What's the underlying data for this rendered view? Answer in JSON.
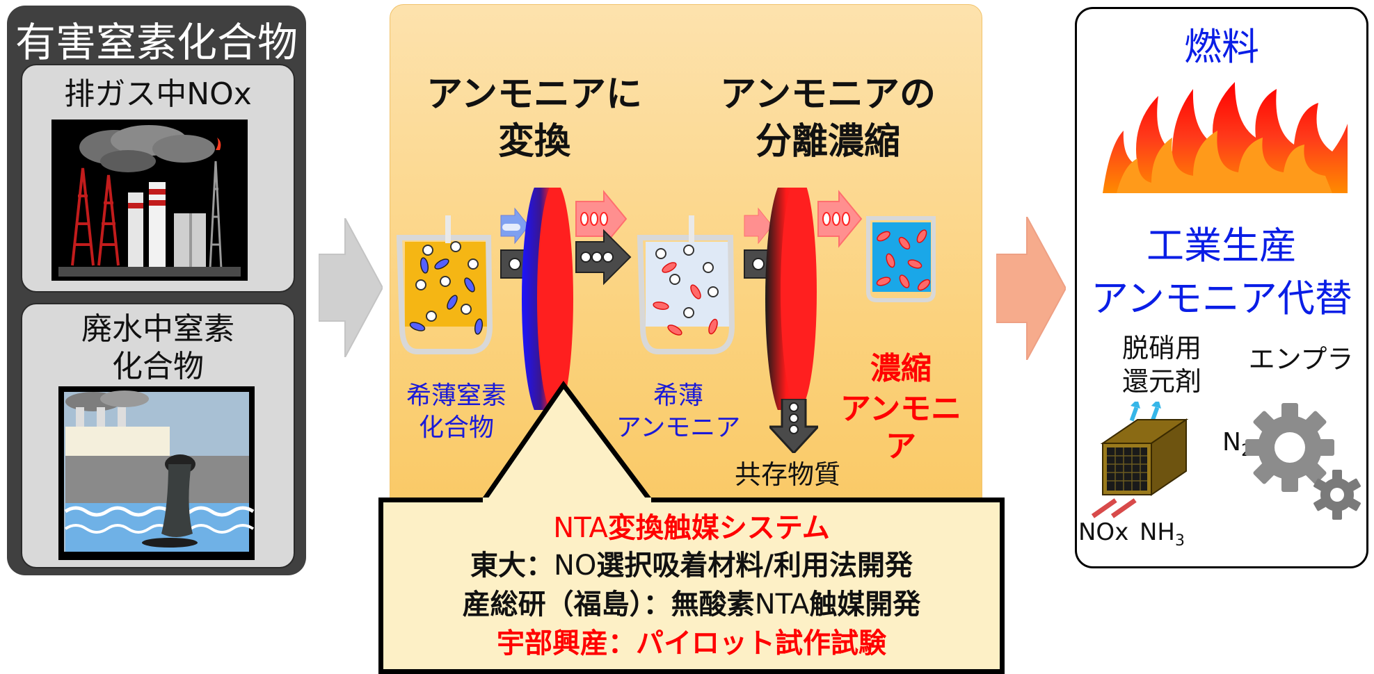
{
  "colors": {
    "left_panel_bg": "#404040",
    "subpanel_bg": "#d9d9d9",
    "center_panel_bg": "#fbd27d",
    "callout_bg": "#fdf0c6",
    "accent_red": "#ff0000",
    "accent_blue": "#0a1ee6"
  },
  "left": {
    "title": "有害窒素化合物",
    "exhaust": {
      "label": "排ガス中NOx",
      "icon": "factory-smokestack-icon"
    },
    "wastewater": {
      "label_line1": "廃水中窒素",
      "label_line2": "化合物",
      "icon": "wastewater-outfall-icon"
    }
  },
  "center": {
    "step1_line1": "アンモニアに",
    "step1_line2": "変換",
    "step2_line1": "アンモニアの",
    "step2_line2": "分離濃縮",
    "input_line1": "希薄窒素",
    "input_line2": "化合物",
    "mid_line1": "希薄",
    "mid_line2": "アンモニア",
    "output_line1": "濃縮",
    "output_line2": "アンモニア",
    "coexist": "共存物質"
  },
  "callout": {
    "title_prefix": "NTA",
    "title_main": "変換触媒システム",
    "line2_org": "東大：",
    "line2_no": "NO",
    "line2_rest": "選択吸着材料/利用法開発",
    "line3_org": "産総研（福島）：無酸素",
    "line3_nta": "NTA",
    "line3_rest": "触媒開発",
    "line4": "宇部興産：パイロット試作試験"
  },
  "right": {
    "fuel": "燃料",
    "industry_line1": "工業生産",
    "industry_line2": "アンモニア代替",
    "denox_line1": "脱硝用",
    "denox_line2": "還元剤",
    "engineering_plastic": "エンプラ",
    "n2_base": "N",
    "n2_sub": "2",
    "nox": "NOx",
    "nh3_base": "NH",
    "nh3_sub": "3",
    "icons": [
      "flame-icon",
      "catalyst-honeycomb-icon",
      "gear-icon"
    ]
  }
}
